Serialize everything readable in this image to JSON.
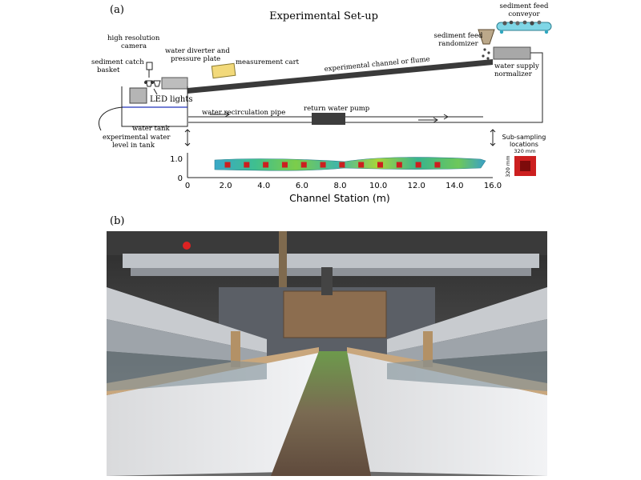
{
  "panel_a": {
    "panel_label": "(a)",
    "title": "Experimental Set-up",
    "labels": {
      "sediment_feed_conveyor_1": "sediment feed",
      "sediment_feed_conveyor_2": "conveyor",
      "sediment_feed_randomizer_1": "sediment feed",
      "sediment_feed_randomizer_2": "randomizer",
      "water_supply_normalizer_1": "water supply",
      "water_supply_normalizer_2": "normalizer",
      "high_res_camera_1": "high resolution",
      "high_res_camera_2": "camera",
      "water_diverter_1": "water diverter and",
      "water_diverter_2": "pressure plate",
      "sediment_catch_1": "sediment catch",
      "sediment_catch_2": "basket",
      "led_lights": "LED lights",
      "measurement_cart": "measurement cart",
      "experimental_channel": "experimental channel or flume",
      "return_water_pump": "return water pump",
      "water_recirculation_pipe": "water recirculation pipe",
      "water_tank": "water tank",
      "experimental_water_1": "experimental water",
      "experimental_water_2": "level in tank",
      "subsampling_1": "Sub-sampling",
      "subsampling_2": "locations",
      "subsampling_width": "320 mm",
      "subsampling_height": "320 mm"
    },
    "colors": {
      "flume": "#3a3a3a",
      "pump": "#3d3d3d",
      "cart": "#f2d97a",
      "sample_box": "#cc1f1f",
      "water_line": "#2233bb",
      "conveyor_belt": "#7fd6e6"
    }
  },
  "chart_data": {
    "type": "heatmap",
    "xlabel": "Channel Station (m)",
    "ylabel": "",
    "xlim": [
      0,
      16.0
    ],
    "ylim": [
      0,
      1.0
    ],
    "x_ticks": [
      "0",
      "2.0",
      "4.0",
      "6.0",
      "8.0",
      "10.0",
      "12.0",
      "14.0",
      "16.0"
    ],
    "y_ticks": [
      "0",
      "1.0"
    ],
    "sampling_locations_m": [
      2.1,
      3.1,
      4.1,
      5.1,
      6.1,
      7.1,
      8.1,
      9.1,
      10.1,
      11.1,
      12.1,
      13.1
    ],
    "sampling_location_y": 0.7
  },
  "panel_b": {
    "panel_label": "(b)"
  }
}
